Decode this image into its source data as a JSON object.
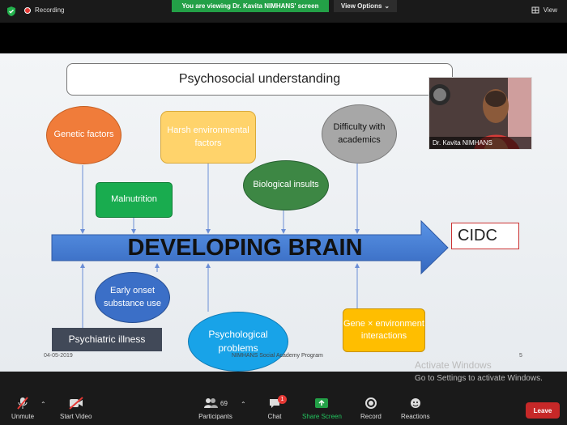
{
  "topbar": {
    "recording_label": "Recording",
    "viewing_banner": "You are viewing Dr. Kavita NIMHANS' screen",
    "view_options_label": "View Options",
    "view_label": "View"
  },
  "slide": {
    "title": "Psychosocial understanding",
    "center_arrow_text": "DEVELOPING BRAIN",
    "cidc_label": "CIDC",
    "boxes": {
      "genetic": "Genetic factors",
      "harsh": "Harsh environmental factors",
      "difficulty": "Difficulty with academics",
      "malnutrition": "Malnutrition",
      "biological": "Biological insults",
      "early_onset": "Early onset substance use",
      "psychiatric": "Psychiatric illness",
      "psychological": "Psychological problems",
      "gene_env": "Gene × environment interactions"
    },
    "footer_date": "04-05-2019",
    "footer_center": "NIMHANS Social Academy Program",
    "page_number": "5"
  },
  "video": {
    "participant_name": "Dr. Kavita NIMHANS"
  },
  "system": {
    "activate_title": "Activate Windows",
    "activate_subtitle": "Go to Settings to activate Windows."
  },
  "toolbar": {
    "unmute_label": "Unmute",
    "start_video_label": "Start Video",
    "participants_label": "Participants",
    "participants_count": "69",
    "chat_label": "Chat",
    "chat_badge": "1",
    "share_screen_label": "Share Screen",
    "record_label": "Record",
    "reactions_label": "Reactions",
    "leave_label": "Leave"
  },
  "colors": {
    "green_banner": "#23a047",
    "arrow_blue": "#3f79cf",
    "leave_red": "#c62828"
  }
}
